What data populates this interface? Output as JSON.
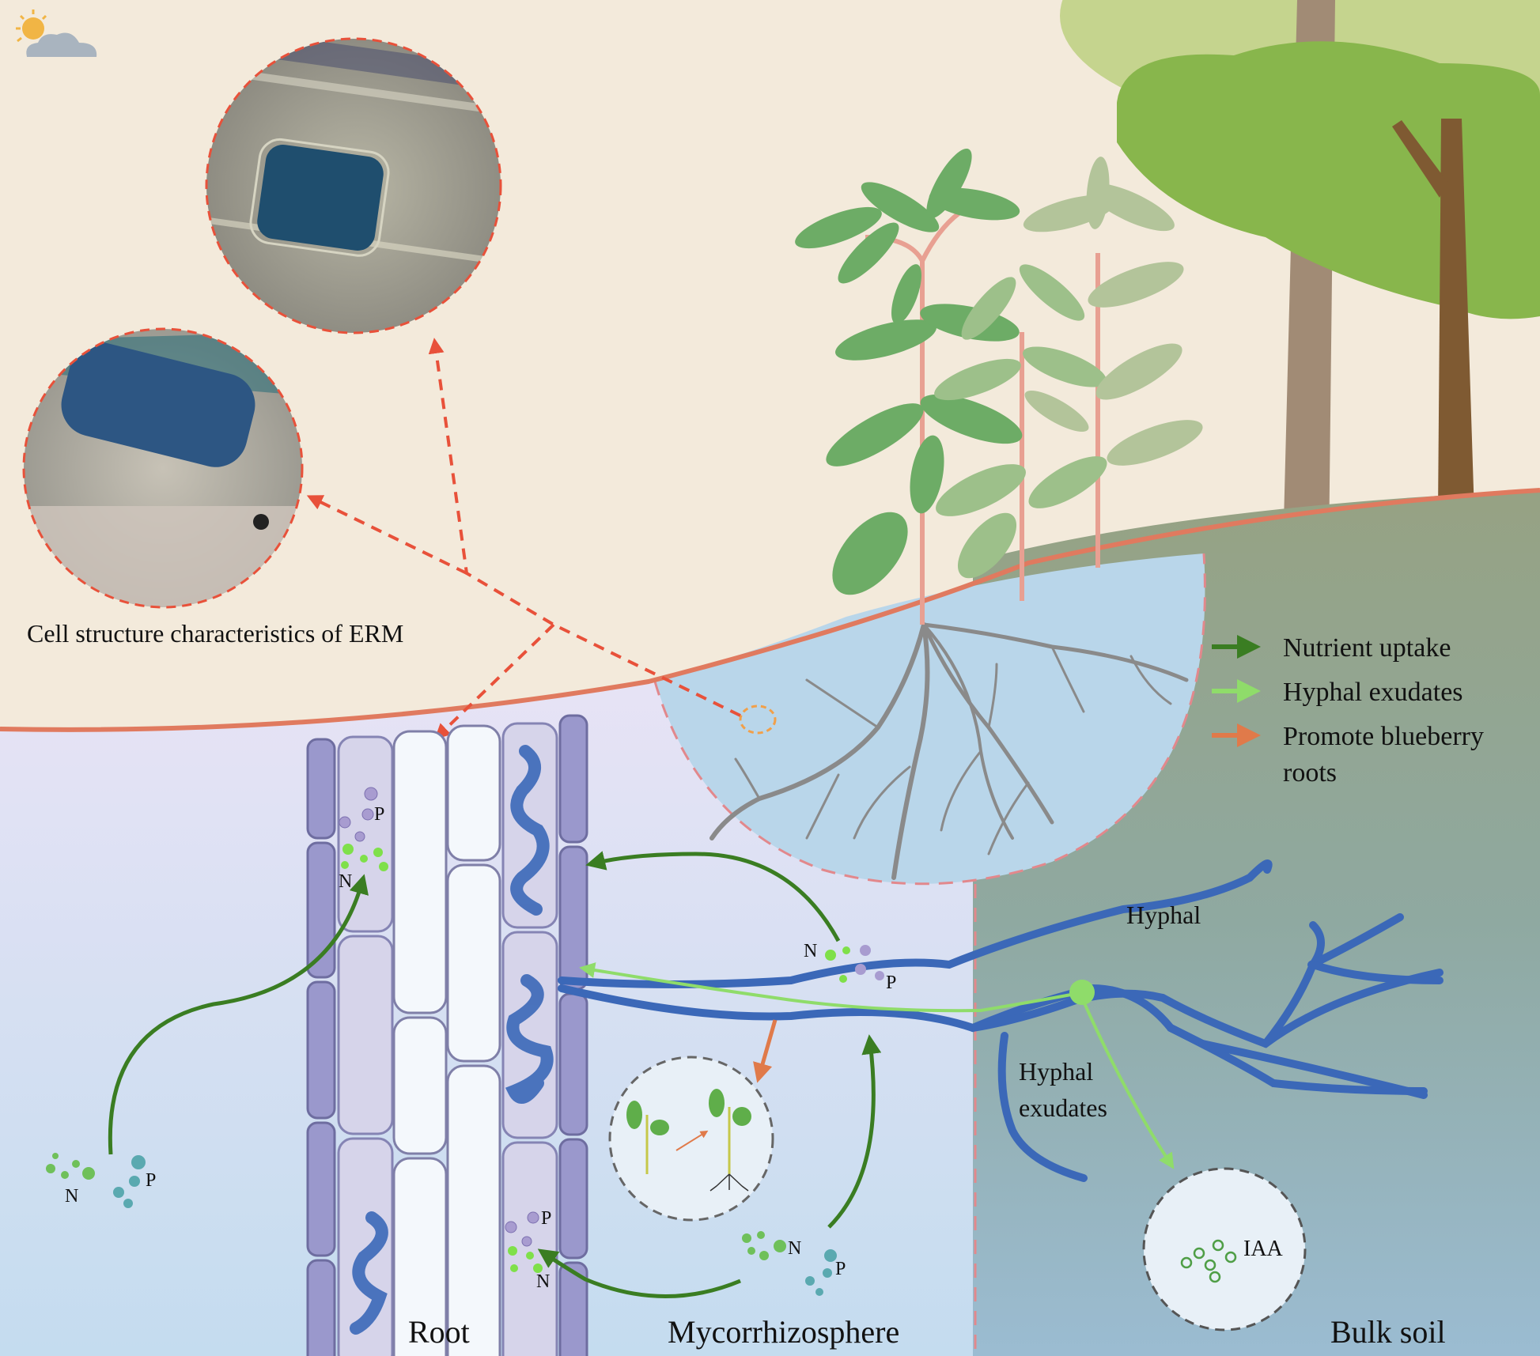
{
  "panels": {
    "micrograph_caption": "Cell structure characteristics of ERM"
  },
  "legend": {
    "items": [
      {
        "label": "Nutrient uptake",
        "color": "#3a7d22"
      },
      {
        "label": "Hyphal exudates",
        "color": "#8fdc6a"
      },
      {
        "label_line1": "Promote blueberry",
        "label_line2": "roots",
        "color": "#e07a4a"
      }
    ]
  },
  "labels": {
    "root": "Root",
    "mycorrhizosphere": "Mycorrhizosphere",
    "bulk_soil": "Bulk soil",
    "hyphal": "Hyphal",
    "hyphal_exudates_line1": "Hyphal",
    "hyphal_exudates_line2": "exudates",
    "iaa": "IAA",
    "nutrient_n": "N",
    "nutrient_p": "P"
  },
  "colors": {
    "sky": "#f3eadb",
    "ground_line": "#e07a5f",
    "mycorrhizosphere": "#dfe0f0",
    "bulk_soil": "#8ea79d",
    "rhizosphere_bowl": "#b9d6ea",
    "hypha": "#3b68b8",
    "root_cortex": "#d6d4ea",
    "root_epidermis": "#9a98cc",
    "tree_canopy": "#8fbf52",
    "tree_trunk": "#9b8570",
    "micro_dash": "#e8513a"
  }
}
